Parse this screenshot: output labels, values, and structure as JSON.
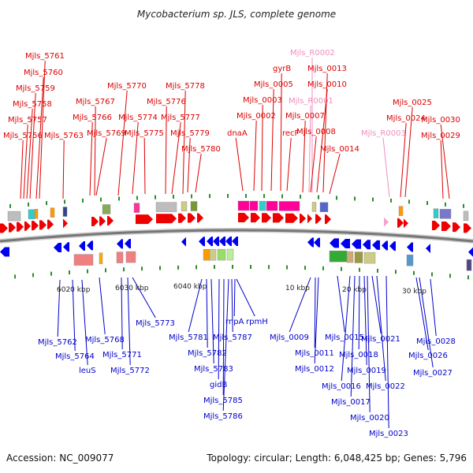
{
  "title": "Mycobacterium sp. JLS, complete genome",
  "footer": {
    "accession": "Accession: NC_009077",
    "summary": "Topology: circular; Length: 6,048,425 bp; Genes: 5,796"
  },
  "colors": {
    "top_strand": "#ee0000",
    "bottom_strand": "#0000ee",
    "rna": "#f2a6cc",
    "top_label": "#dd0000",
    "bottom_label": "#0000cc",
    "rna_label": "#f08cbf",
    "tick": "#2e8b2e",
    "backbone": "#777777"
  },
  "ticks": [
    {
      "label": "6020 kbp"
    },
    {
      "label": "6030 kbp"
    },
    {
      "label": "6040 kbp"
    },
    {
      "label": "10 kbp"
    },
    {
      "label": "20 kbp"
    },
    {
      "label": "30 kbp"
    }
  ],
  "top_labels": [
    {
      "text": "Mjls_5761",
      "kind": "gene"
    },
    {
      "text": "Mjls_5760",
      "kind": "gene"
    },
    {
      "text": "Mjls_5759",
      "kind": "gene"
    },
    {
      "text": "Mjls_5758",
      "kind": "gene"
    },
    {
      "text": "Mjls_5757",
      "kind": "gene"
    },
    {
      "text": "Mjls_5756",
      "kind": "gene"
    },
    {
      "text": "Mjls_5763",
      "kind": "gene"
    },
    {
      "text": "Mjls_5770",
      "kind": "gene"
    },
    {
      "text": "Mjls_5767",
      "kind": "gene"
    },
    {
      "text": "Mjls_5766",
      "kind": "gene"
    },
    {
      "text": "Mjls_5769",
      "kind": "gene"
    },
    {
      "text": "Mjls_5774",
      "kind": "gene"
    },
    {
      "text": "Mjls_5775",
      "kind": "gene"
    },
    {
      "text": "Mjls_5778",
      "kind": "gene"
    },
    {
      "text": "Mjls_5776",
      "kind": "gene"
    },
    {
      "text": "Mjls_5777",
      "kind": "gene"
    },
    {
      "text": "Mjls_5779",
      "kind": "gene"
    },
    {
      "text": "Mjls_5780",
      "kind": "gene"
    },
    {
      "text": "dnaA",
      "kind": "gene"
    },
    {
      "text": "Mjls_0002",
      "kind": "gene"
    },
    {
      "text": "Mjls_0003",
      "kind": "gene"
    },
    {
      "text": "Mjls_0005",
      "kind": "gene"
    },
    {
      "text": "gyrB",
      "kind": "gene"
    },
    {
      "text": "recF",
      "kind": "gene"
    },
    {
      "text": "Mjls_R0002",
      "kind": "rna"
    },
    {
      "text": "Mjls_R0001",
      "kind": "rna"
    },
    {
      "text": "Mjls_0013",
      "kind": "gene"
    },
    {
      "text": "Mjls_0010",
      "kind": "gene"
    },
    {
      "text": "Mjls_0007",
      "kind": "gene"
    },
    {
      "text": "Mjls_0008",
      "kind": "gene"
    },
    {
      "text": "Mjls_0014",
      "kind": "gene"
    },
    {
      "text": "Mjls_R0003",
      "kind": "rna"
    },
    {
      "text": "Mjls_0025",
      "kind": "gene"
    },
    {
      "text": "Mjls_0024",
      "kind": "gene"
    },
    {
      "text": "Mjls_0030",
      "kind": "gene"
    },
    {
      "text": "Mjls_0029",
      "kind": "gene"
    }
  ],
  "bottom_labels": [
    {
      "text": "Mjls_5762"
    },
    {
      "text": "Mjls_5764"
    },
    {
      "text": "leuS"
    },
    {
      "text": "Mjls_5768"
    },
    {
      "text": "Mjls_5771"
    },
    {
      "text": "Mjls_5772"
    },
    {
      "text": "Mjls_5773"
    },
    {
      "text": "Mjls_5781"
    },
    {
      "text": "Mjls_5782"
    },
    {
      "text": "Mjls_5783"
    },
    {
      "text": "gidB"
    },
    {
      "text": "Mjls_5785"
    },
    {
      "text": "Mjls_5786"
    },
    {
      "text": "Mjls_5787"
    },
    {
      "text": "rnpA"
    },
    {
      "text": "rpmH"
    },
    {
      "text": "Mjls_0009"
    },
    {
      "text": "Mjls_0011"
    },
    {
      "text": "Mjls_0012"
    },
    {
      "text": "Mjls_0015"
    },
    {
      "text": "Mjls_0016"
    },
    {
      "text": "Mjls_0017"
    },
    {
      "text": "Mjls_0018"
    },
    {
      "text": "Mjls_0019"
    },
    {
      "text": "Mjls_0020"
    },
    {
      "text": "Mjls_0021"
    },
    {
      "text": "Mjls_0022"
    },
    {
      "text": "Mjls_0023"
    },
    {
      "text": "Mjls_0026"
    },
    {
      "text": "Mjls_0027"
    },
    {
      "text": "Mjls_0028"
    }
  ]
}
